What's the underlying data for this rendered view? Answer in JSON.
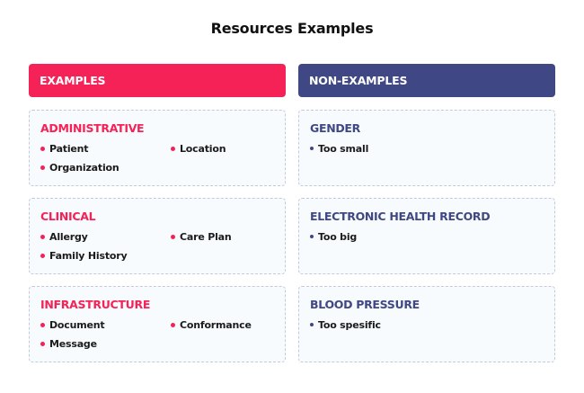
{
  "title": "Resources Examples",
  "colors": {
    "examples": "#f52257",
    "non_examples": "#3f4884"
  },
  "examples": {
    "header": "EXAMPLES",
    "cards": [
      {
        "title": "ADMINISTRATIVE",
        "items": [
          "Patient",
          "Location",
          "Organization"
        ]
      },
      {
        "title": "CLINICAL",
        "items": [
          "Allergy",
          "Care Plan",
          "Family History"
        ]
      },
      {
        "title": "INFRASTRUCTURE",
        "items": [
          "Document",
          "Conformance",
          "Message"
        ]
      }
    ]
  },
  "non_examples": {
    "header": "NON-EXAMPLES",
    "cards": [
      {
        "title": "GENDER",
        "items": [
          "Too small"
        ]
      },
      {
        "title": "ELECTRONIC HEALTH RECORD",
        "items": [
          "Too big"
        ]
      },
      {
        "title": "BLOOD PRESSURE",
        "items": [
          "Too spesific"
        ]
      }
    ]
  }
}
